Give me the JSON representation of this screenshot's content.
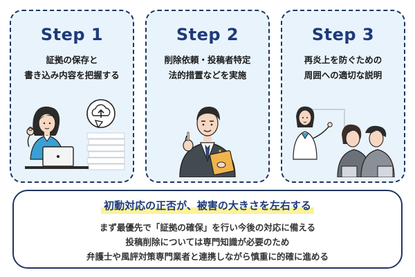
{
  "steps": [
    {
      "title": "Step 1",
      "lines": [
        "証拠の保存と",
        "書き込み内容を把握する"
      ],
      "illustration": "person-laptop-cloud-upload"
    },
    {
      "title": "Step 2",
      "lines": [
        "削除依頼・投稿者特定",
        "法的措置などを実施"
      ],
      "illustration": "businessman-with-document"
    },
    {
      "title": "Step 3",
      "lines": [
        "再炎上を防ぐための",
        "周囲への適切な説明"
      ],
      "illustration": "presenter-with-audience"
    }
  ],
  "summary": {
    "headline": "初動対応の正否が、被害の大きさを左右する",
    "lines": [
      "まず最優先で「証拠の確保」を行い今後の対応に備える",
      "投稿削除については専門知識が必要のため",
      "弁護士や風評対策専門業者と連携しながら慎重に的確に進める"
    ]
  },
  "colors": {
    "card_background": "#e9f3fb",
    "border": "#1f3560",
    "title": "#1d3a7a",
    "highlight": "#fbf29a"
  }
}
